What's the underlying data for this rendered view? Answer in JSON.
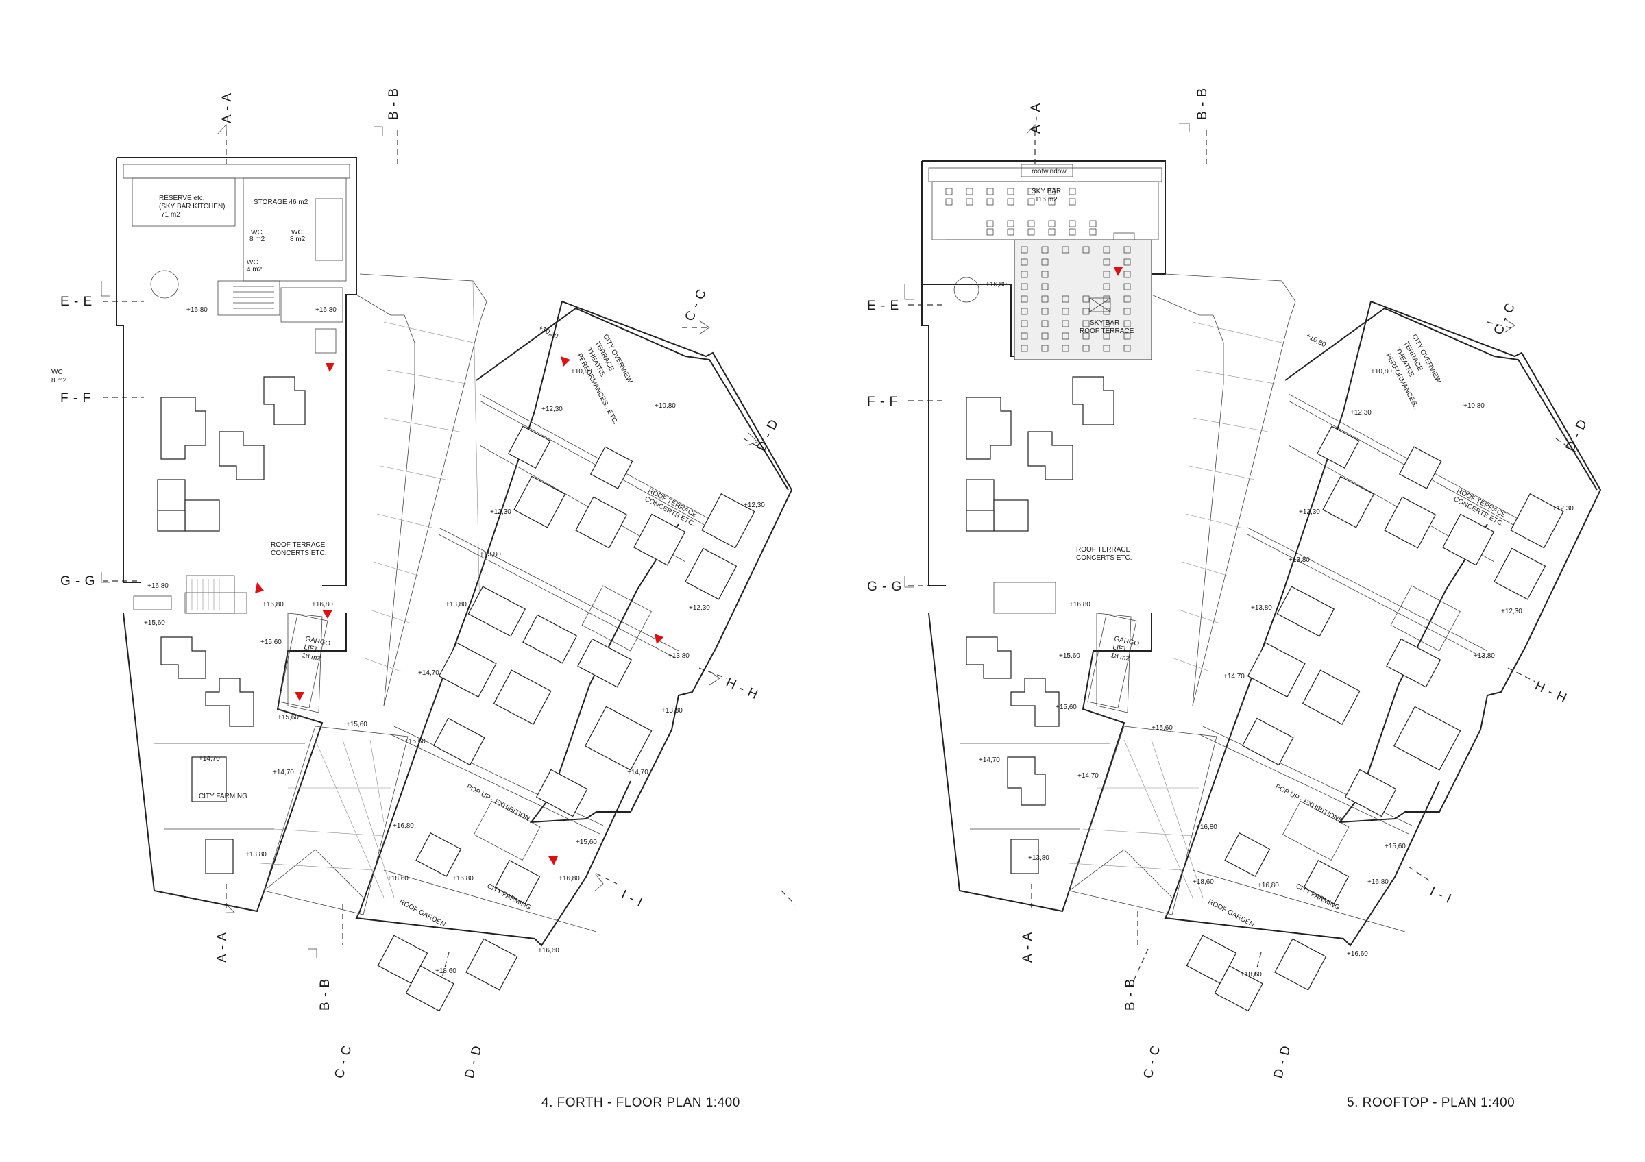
{
  "plans": [
    {
      "title": "4. FORTH - FLOOR PLAN  1:400",
      "sections": {
        "aa_top": "A - A",
        "aa_bottom": "A - A",
        "bb_top": "B - B",
        "bb_bottom": "B - B",
        "cc_top": "C - C",
        "cc_bottom": "C - C",
        "dd_top": "D - D",
        "dd_bottom": "D - D",
        "ee": "E - E",
        "ff": "F - F",
        "gg": "G - G",
        "hh": "H - H",
        "ii": "I - I"
      },
      "rooms": {
        "reserve_1": "RESERVE etc.",
        "reserve_2": "(SKY BAR KITCHEN)",
        "reserve_3": "71 m2",
        "storage": "STORAGE  46 m2",
        "wc_a_1": "WC",
        "wc_a_2": "8 m2",
        "wc_b_1": "WC",
        "wc_b_2": "8 m2",
        "wc_c_1": "WC",
        "wc_c_2": "4 m2",
        "wc_left_1": "WC",
        "wc_left_2": "8 m2",
        "city_overview_1": "CITY OVERVIEW",
        "city_overview_2": "TERRACE",
        "city_overview_3": "THEATRE",
        "city_overview_4": "PERFORMANCES...ETC.",
        "roof_terrace_left_1": "ROOF TERRACE",
        "roof_terrace_left_2": "CONCERTS ETC.",
        "roof_terrace_right_1": "ROOF TERRACE",
        "roof_terrace_right_2": "CONCERTS ETC.",
        "gargo_1": "GARGO",
        "gargo_2": "LIFT",
        "gargo_3": "18 m2",
        "city_farming_a": "CITY FARMING",
        "city_farming_b": "CITY FARMING",
        "popup": "POP UP - EXHIBITION",
        "roof_garden": "ROOF GARDEN"
      },
      "levels": {
        "l1": "+16,80",
        "l2": "+16,80",
        "l3": "+10,80",
        "l4": "+10,80",
        "l5": "+10,80",
        "l6": "+12,30",
        "l7": "+12,30",
        "l8": "+12,30",
        "l9": "+16,80",
        "l10": "+16,80",
        "l11": "+16,80",
        "l12": "+15,60",
        "l13": "+15,60",
        "l14": "+15,60",
        "l15": "+13,80",
        "l16": "+13,80",
        "l17": "+13,80",
        "l18": "+12,30",
        "l19": "+14,70",
        "l20": "+13,80",
        "l21": "+14,70",
        "l22": "+14,70",
        "l23": "+14,70",
        "l24": "+15,60",
        "l25": "+15,60",
        "l26": "+13,80",
        "l27": "+16,80",
        "l28": "+16,80",
        "l29": "+15,60",
        "l30": "+16,80",
        "l31": "+18,60",
        "l32": "+18,60",
        "l33": "+16,60"
      }
    },
    {
      "title": "5. ROOFTOP - PLAN  1:400",
      "sections": {
        "aa_top": "A - A",
        "aa_bottom": "A - A",
        "bb_top": "B - B",
        "bb_bottom": "B - B",
        "cc_top": "C - C",
        "cc_bottom": "C - C",
        "dd_top": "D - D",
        "dd_bottom": "D - D",
        "ee": "E - E",
        "ff": "F - F",
        "gg": "G - G",
        "hh": "H - H",
        "ii": "I - I"
      },
      "rooms": {
        "roofwindow": "roofwindow",
        "skybar_1": "SKY BAR",
        "skybar_2": "116 m2",
        "skybar_terrace_1": "SKY BAR",
        "skybar_terrace_2": "ROOF TERRACE",
        "city_overview_1": "CITY OVERVIEW",
        "city_overview_2": "TERRACE",
        "city_overview_3": "THEATRE",
        "city_overview_4": "PERFORMANCES...",
        "roof_terrace_left_1": "ROOF TERRACE",
        "roof_terrace_left_2": "CONCERTS ETC.",
        "roof_terrace_right_1": "ROOF TERRACE",
        "roof_terrace_right_2": "CONCERTS ETC.",
        "gargo_1": "GARGO",
        "gargo_2": "LIFT",
        "gargo_3": "18 m2",
        "city_farming": "CITY FARMING",
        "popup": "POP UP - EXHIBITIONS",
        "roof_garden": "ROOF GARDEN"
      },
      "levels": {
        "l1": "+16,80",
        "l2": "+10,80",
        "l3": "+10,80",
        "l4": "+10,80",
        "l5": "+12,30",
        "l6": "+12,30",
        "l7": "+12,30",
        "l8": "+13,80",
        "l9": "+16,80",
        "l10": "+15,60",
        "l11": "+13,80",
        "l12": "+12,30",
        "l13": "+14,70",
        "l14": "+13,80",
        "l15": "+15,60",
        "l16": "+14,70",
        "l17": "+14,70",
        "l18": "+15,60",
        "l19": "+13,80",
        "l20": "+16,80",
        "l21": "+15,60",
        "l22": "+18,60",
        "l23": "+16,80",
        "l24": "+16,80",
        "l25": "+18,60",
        "l26": "+16,60"
      }
    }
  ]
}
